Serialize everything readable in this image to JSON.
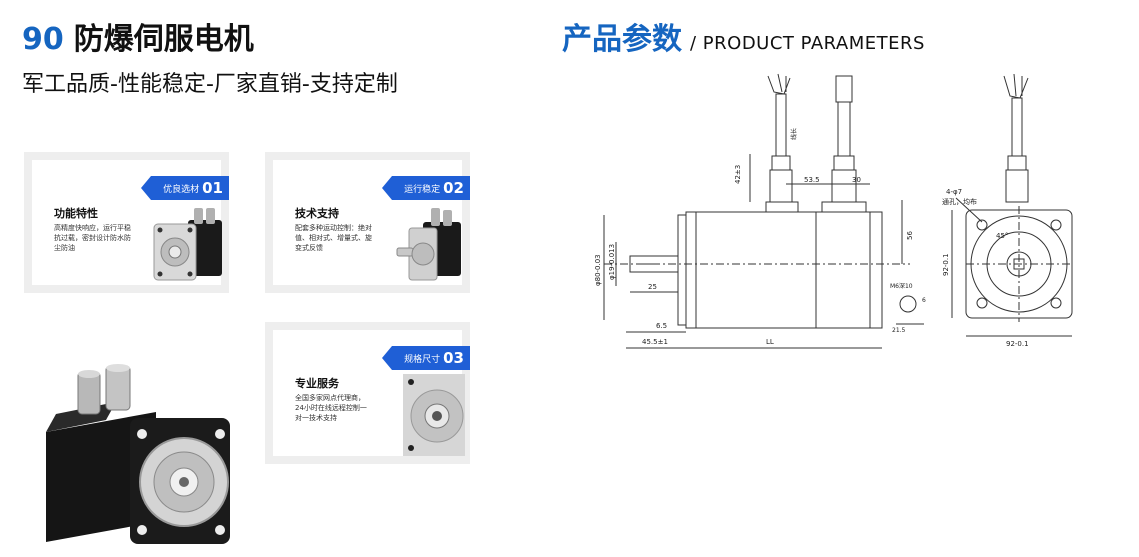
{
  "header": {
    "number": "90",
    "title": "防爆伺服电机",
    "subtitle": "军工品质-性能稳定-厂家直销-支持定制"
  },
  "cards": [
    {
      "tag_text": "优良选材",
      "tag_num": "01",
      "title": "功能特性",
      "text": "高精度快响应，运行平稳抗过载，密封设计防水防尘防油"
    },
    {
      "tag_text": "运行稳定",
      "tag_num": "02",
      "title": "技术支持",
      "text": "配套多种运动控制：绝对值、相对式、增量式、旋变式反馈"
    },
    {
      "tag_text": "规格尺寸",
      "tag_num": "03",
      "title": "专业服务",
      "text": "全国多家网点代理商，24小时在线远程控制一对一技术支持"
    }
  ],
  "params": {
    "title_cn": "产品参数",
    "title_en": "/ PRODUCT  PARAMETERS"
  },
  "drawing": {
    "dim_42": "42±3",
    "dim_53_5": "53.5",
    "dim_30": "30",
    "dim_56": "56",
    "dim_6_5": "6.5",
    "dim_45_5": "45.5±1",
    "dim_ll": "LL",
    "dim_25": "25",
    "dim_phi80": "φ80-0.03",
    "dim_phi19": "φ19-0.013",
    "dim_m6": "M6深10",
    "dim_21_5": "21.5",
    "dim_holes": "4-φ7",
    "dim_holes_note": "通孔，均布",
    "dim_45deg": "45°",
    "dim_92h": "92-0.1",
    "dim_92w": "92-0.1",
    "dim_6": "6",
    "cable_label": "线长"
  },
  "colors": {
    "accent": "#1565c0",
    "tag": "#1f5fd6",
    "card_border": "#eeeeee"
  }
}
